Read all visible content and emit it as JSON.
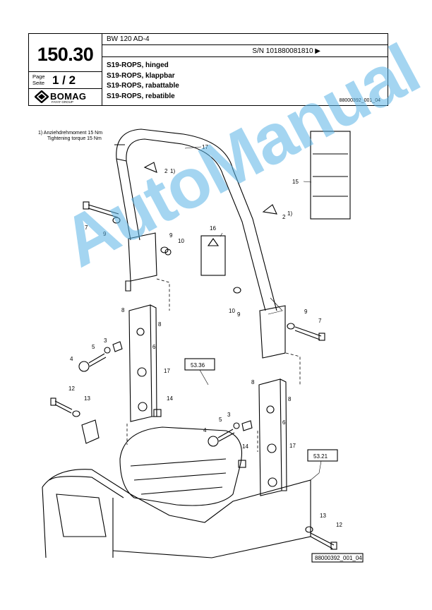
{
  "header": {
    "model": "BW 120 AD-4",
    "serial": "S/N 101880081810  ▶",
    "page_number": "150.30",
    "page_label_de": "Page",
    "page_label_en": "Seite",
    "page_of": "1 / 2",
    "brand": "BOMAG",
    "brand_sub": "FAYAT GROUP",
    "titles": [
      "S19-ROPS, hinged",
      "S19-ROPS, klappbar",
      "S19-ROPS, rabattable",
      "S19-ROPS, rebatible"
    ],
    "figure_ref": "88000392_001_04"
  },
  "note": {
    "line1": "1)  Anziehdrehmoment 15 Nm",
    "line2": "Tightening torque 15 Nm"
  },
  "callouts": {
    "c17a": "17",
    "c2a": "2",
    "c2a_sup": "1)",
    "c15": "15",
    "c2b": "2",
    "c2b_sup": "1)",
    "c7a": "7",
    "c9a": "9",
    "c9b": "9",
    "c10a": "10",
    "c16": "16",
    "c8a": "8",
    "c8b": "8",
    "c10b": "10",
    "c9c": "9",
    "c9d": "9",
    "c7b": "7",
    "c3a": "3",
    "c5a": "5",
    "c6a": "6",
    "c4a": "4",
    "c17b": "17",
    "c12a": "12",
    "c13a": "13",
    "c14a": "14",
    "c8c": "8",
    "c8d": "8",
    "c3b": "3",
    "c5b": "5",
    "c6b": "6",
    "c4b": "4",
    "c14b": "14",
    "c17c": "17",
    "c13b": "13",
    "c12b": "12",
    "ref_5336": "53.36",
    "ref_5321": "53.21"
  },
  "drawing_ref": "88000392_001_04",
  "watermark": "AutoManual"
}
